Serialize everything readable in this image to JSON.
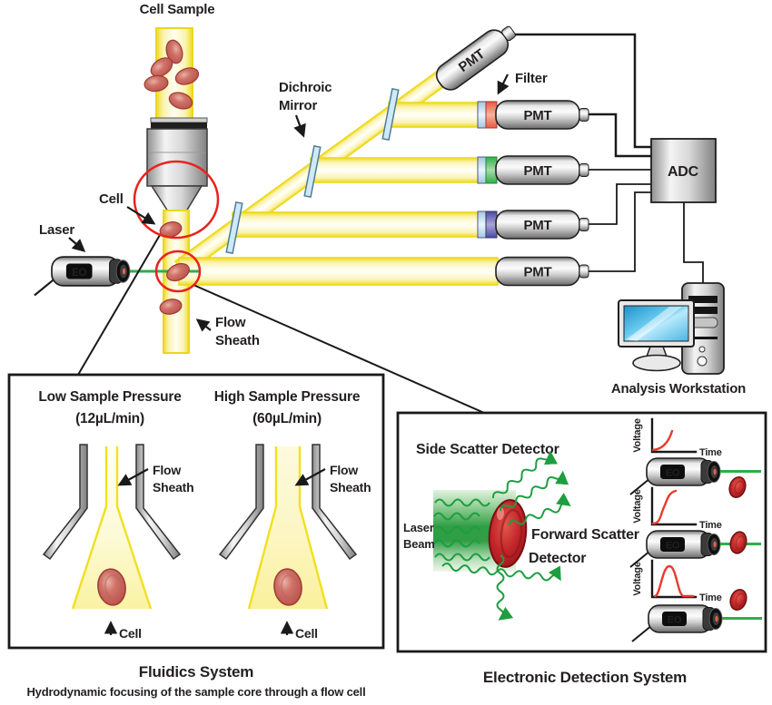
{
  "labels": {
    "cell_sample": "Cell Sample",
    "dichroic1": "Dichroic",
    "dichroic2": "Mirror",
    "filter": "Filter",
    "cell": "Cell",
    "laser": "Laser",
    "flow1": "Flow",
    "flow2": "Sheath",
    "pmt": "PMT",
    "adc": "ADC",
    "analysis_workstation": "Analysis Workstation",
    "laser_logo": "EO"
  },
  "fluidics": {
    "low_title": "Low Sample Pressure",
    "low_rate": "(12µL/min)",
    "high_title": "High Sample Pressure",
    "high_rate": "(60µL/min)",
    "caption": "Fluidics System",
    "subcaption": "Hydrodynamic focusing of the sample core through a flow cell"
  },
  "detection": {
    "side_scatter": "Side Scatter Detector",
    "laser_beam1": "Laser",
    "laser_beam2": "Beam",
    "forward1": "Forward Scatter",
    "forward2": "Detector",
    "voltage": "Voltage",
    "time": "Time",
    "caption": "Electronic Detection System"
  },
  "colors": {
    "beam_yellow": "#f0db1e",
    "laser_green": "#2fae47",
    "signal_red": "#e83a2e",
    "highlight_circle_red": "#e8231e",
    "filter_red": "#e85a3a",
    "filter_green": "#2fae47",
    "filter_blue": "#4a49a8"
  }
}
